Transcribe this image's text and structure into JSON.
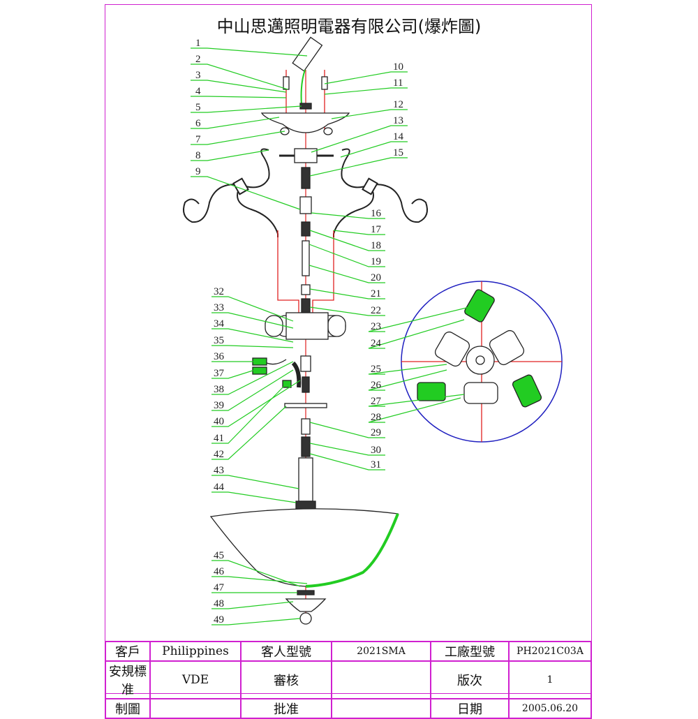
{
  "title": "中山思邁照明電器有限公司(爆炸圖)",
  "part_labels": [
    "1",
    "2",
    "3",
    "4",
    "5",
    "6",
    "7",
    "8",
    "9",
    "10",
    "11",
    "12",
    "13",
    "14",
    "15",
    "16",
    "17",
    "18",
    "19",
    "20",
    "21",
    "22",
    "23",
    "24",
    "25",
    "26",
    "27",
    "28",
    "29",
    "30",
    "31",
    "32",
    "33",
    "34",
    "35",
    "36",
    "37",
    "38",
    "39",
    "40",
    "41",
    "42",
    "43",
    "44",
    "45",
    "46",
    "47",
    "48",
    "49"
  ],
  "title_block": {
    "row1": {
      "customer_label": "客戶",
      "customer": "Philippines",
      "customer_model_label": "客人型號",
      "customer_model": "2021SMA",
      "factory_model_label": "工廠型號",
      "factory_model": "PH2021C03A"
    },
    "row2": {
      "safety_label": "安規標准",
      "safety": "VDE",
      "review_label": "審核",
      "review": "",
      "version_label": "版次",
      "version": "1"
    },
    "row3": {
      "drawn_label": "制圖",
      "drawn": "",
      "approve_label": "批准",
      "approve": "",
      "date_label": "日期",
      "date": "2005.06.20"
    }
  },
  "colors": {
    "frame": "#d020d0",
    "leader": "#22cc22",
    "axis": "#e02020",
    "detail_circle": "#2020c0"
  }
}
